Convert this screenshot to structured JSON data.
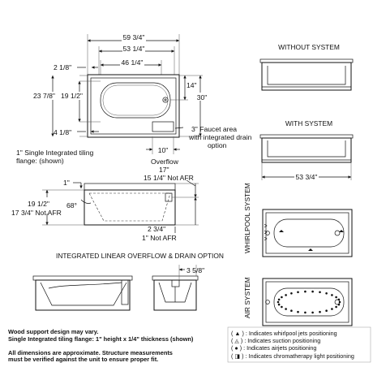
{
  "top_view": {
    "overall_width": "59 3/4\"",
    "inner_width": "53 1/4\"",
    "bath_width": "46 1/4\"",
    "rim_offset": "2 1/8\"",
    "depth_outer": "23 7/8\"",
    "depth_inner": "19 1/2\"",
    "end_offset": "4 1/8\"",
    "drain_offset": "14\"",
    "overall_depth": "30\"",
    "faucet_offset": "10\"",
    "faucet_note_1": "3\" Faucet area",
    "faucet_note_2": "with integrated drain",
    "faucet_note_3": "option"
  },
  "flange_note_1": "1\" Single Integrated tiling",
  "flange_note_2": "flange: (shown)",
  "side_view": {
    "overflow_label": "Overflow",
    "overflow_height": "17\"",
    "overflow_not_afr": "15 1/4\" Not AFR",
    "flange_height": "1\"",
    "angle": "68°",
    "height_1": "19 1/2\"",
    "height_2": "17 3/4\" Not AFR",
    "base_1": "2 3/4\"",
    "base_2": "1\" Not AFR"
  },
  "without_system_label": "WITHOUT SYSTEM",
  "with_system_label": "WITH SYSTEM",
  "with_system_width": "53 3/4\"",
  "whirlpool_label": "WHIRLPOOL  SYSTEM",
  "air_label": "AIR SYSTEM",
  "overflow_option": {
    "title": "INTEGRATED LINEAR OVERFLOW & DRAIN OPTION",
    "offset": "3 5/8\""
  },
  "notes": [
    "Wood support design may vary.",
    "Single Integrated tiling flange: 1\" height x 1/4\" thickness (shown)",
    "",
    "All dimensions are approximate. Structure measurements",
    "must be verified against the unit to ensure proper fit."
  ],
  "legend": [
    {
      "symbol": "( ▲ )",
      "text": ": Indicates whirlpool jets positioning"
    },
    {
      "symbol": "( ◬ )",
      "text": ": Indicates suction positioning"
    },
    {
      "symbol": "( ● )",
      "text": ": Indicates airjets positioning"
    },
    {
      "symbol": "( ◨ )",
      "text": ": Indicates chromatherapy light positioning"
    }
  ]
}
